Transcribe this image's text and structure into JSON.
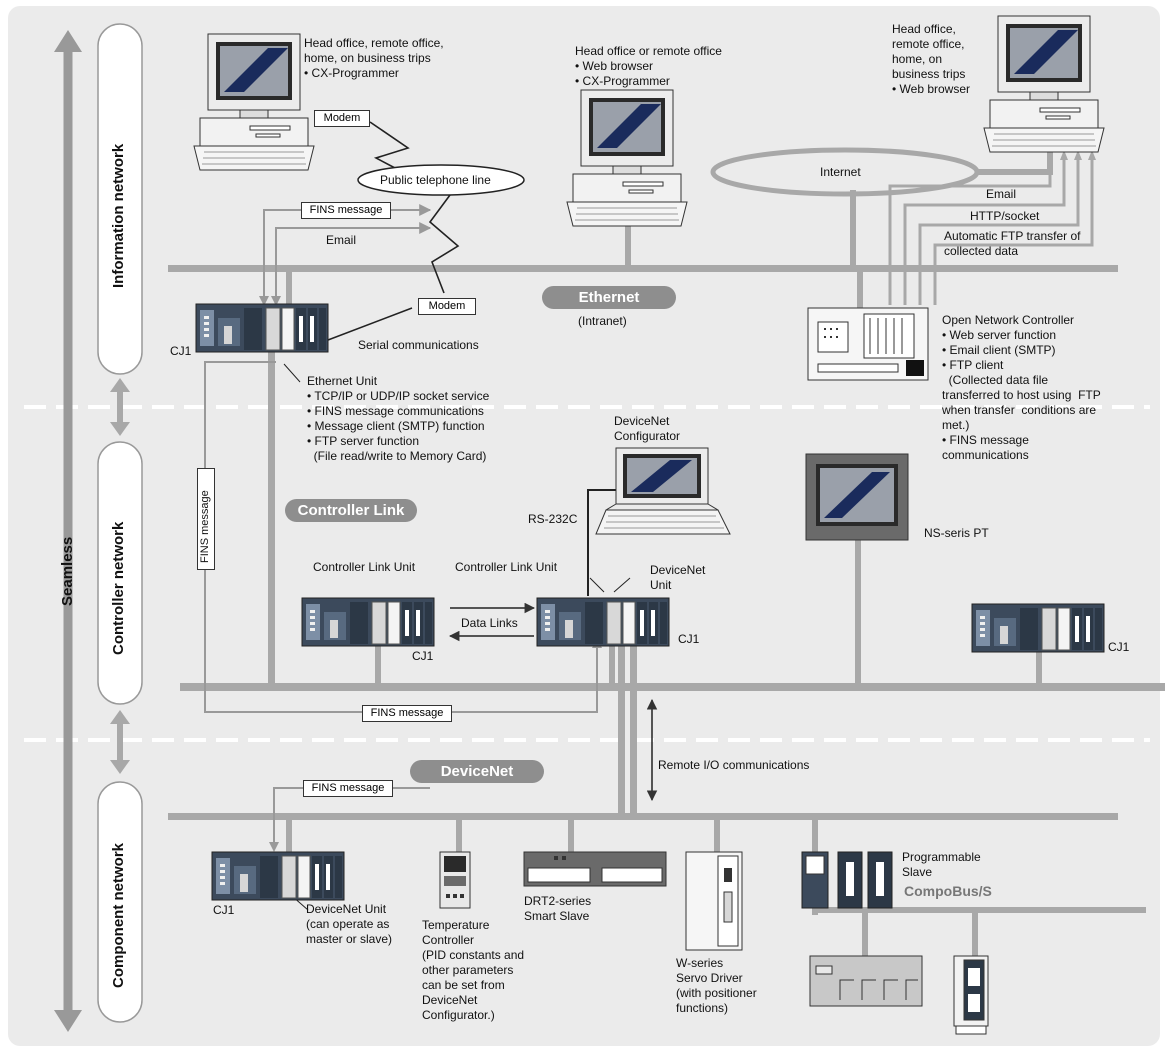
{
  "colors": {
    "background": "#ebebeb",
    "bus": "#a8a8a8",
    "pill": "#8e8e8e",
    "arrow": "#9a9a9a"
  },
  "left_axis": {
    "seamless": "Seamless",
    "information": "Information network",
    "controller": "Controller network",
    "component": "Component network"
  },
  "buses": {
    "ethernet": "Ethernet",
    "intranet": "(Intranet)",
    "controller_link": "Controller Link",
    "devicenet": "DeviceNet",
    "compobus": "CompoBus/S",
    "internet": "Internet",
    "public_line": "Public telephone line"
  },
  "info": {
    "pc1": "Head office, remote office,\nhome, on business trips\n• CX-Programmer",
    "pc2": "Head office or remote office\n• Web browser\n• CX-Programmer",
    "pc3": "Head office,\nremote office,\nhome, on\nbusiness trips\n• Web browser",
    "modem1": "Modem",
    "modem2": "Modem",
    "fins_message_top": "FINS message",
    "email_left": "Email",
    "email_right": "Email",
    "http": "HTTP/socket",
    "ftp_auto": "Automatic FTP transfer of\ncollected data",
    "cj1_top": "CJ1",
    "serial": "Serial communications",
    "ethernet_unit": "Ethernet Unit\n• TCP/IP or UDP/IP socket service\n• FINS message communications\n• Message client (SMTP) function\n• FTP server function\n  (File read/write to Memory Card)",
    "onc": "Open Network Controller\n• Web server function\n• Email client (SMTP)\n• FTP client\n  (Collected data file\ntransferred to host using  FTP\nwhen transfer  conditions are\nmet.)\n• FINS message\ncommunications"
  },
  "controller": {
    "fins_message_vertical": "FINS message",
    "devicenet_configurator": "DeviceNet\nConfigurator",
    "rs232c": "RS-232C",
    "ns_pt": "NS-seris PT",
    "controller_link_unit_1": "Controller Link Unit",
    "controller_link_unit_2": "Controller Link Unit",
    "devicenet_unit": "DeviceNet\nUnit",
    "data_links": "Data Links",
    "cj1_a": "CJ1",
    "cj1_b": "CJ1",
    "cj1_c": "CJ1",
    "fins_message_bottom": "FINS message"
  },
  "component": {
    "remote_io": "Remote I/O communications",
    "fins_message": "FINS message",
    "cj1": "CJ1",
    "devicenet_unit": "DeviceNet Unit\n(can operate as\nmaster or slave)",
    "temp_controller": "Temperature\nController\n(PID constants and\nother parameters\ncan be set from\nDeviceNet\nConfigurator.)",
    "drt2": "DRT2-series\nSmart Slave",
    "w_series": "W-series\nServo Driver\n(with positioner\nfunctions)",
    "programmable_slave": "Programmable\nSlave"
  }
}
